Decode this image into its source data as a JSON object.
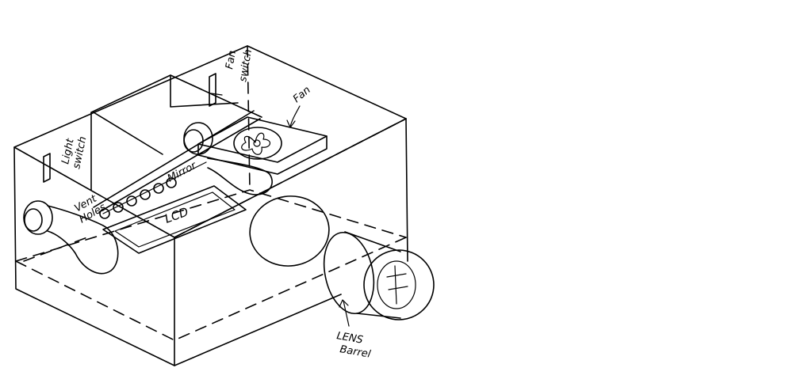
{
  "labels": {
    "fan_switch_line1": "Fan",
    "fan_switch_line2": "switch",
    "fan": "Fan",
    "light_switch_line1": "Light",
    "light_switch_line2": "switch",
    "mirror": "Mirror",
    "vent_holes_line1": "Vent",
    "vent_holes_line2": "Holes",
    "lcd": "LCD",
    "lens_line1": "LENS",
    "lens_line2": "Barrel"
  },
  "colors": {
    "ink": "#000000",
    "paper": "#ffffff"
  }
}
